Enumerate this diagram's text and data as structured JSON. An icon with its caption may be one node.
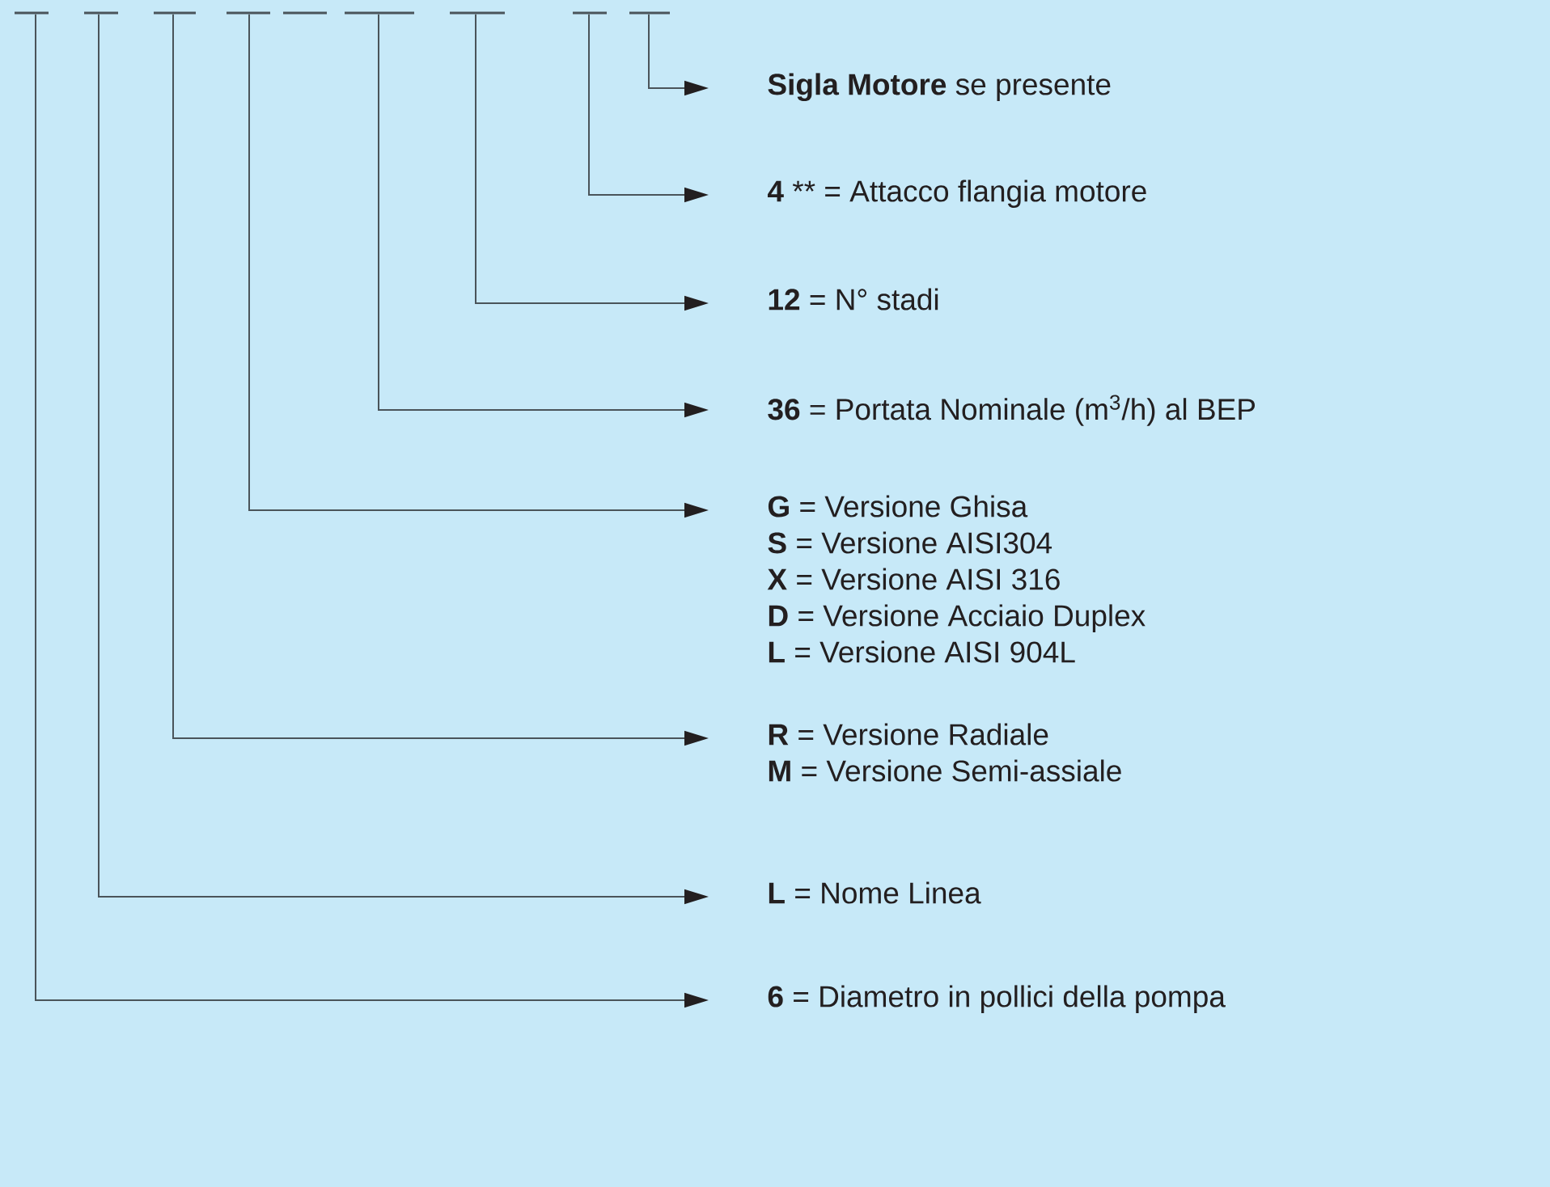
{
  "diagram": {
    "nodes": [
      {
        "text": [],
        "shape": "bar"
      },
      {
        "text": [],
        "shape": "bar"
      },
      {
        "text": [],
        "shape": "bar"
      },
      {
        "text": [],
        "shape": "bar"
      },
      {
        "text": [],
        "shape": "bar"
      },
      {
        "text": [],
        "shape": "bar"
      },
      {
        "text": [],
        "shape": "bar"
      },
      {
        "text": [],
        "shape": "bar"
      },
      {
        "text": [
          "**Sigla Motore** se presente"
        ]
      },
      {
        "text": [
          "**4** ** = Attacco flangia motore"
        ]
      },
      {
        "text": [
          "**12** = N° stadi"
        ]
      },
      {
        "text": [
          "**36** = Portata Nominale (m$^{3}$/h) al BEP"
        ]
      },
      {
        "text": [
          "**G** = Versione Ghisa",
          "**S** = Versione AISI304",
          "**X** = Versione AISI 316",
          "**D** = Versione Acciaio Duplex",
          "**L** = Versione AISI 904L"
        ]
      },
      {
        "text": [
          "**R** = Versione Radiale",
          "**M** = Versione Semi-assiale"
        ]
      },
      {
        "text": [
          "**L** = Nome Linea"
        ]
      },
      {
        "text": [
          "**6** = Diametro in pollici della pompa"
        ]
      }
    ],
    "edges": [
      {
        "from": 7,
        "to": 8,
        "arrow": "to"
      },
      {
        "from": 6,
        "to": 9,
        "arrow": "to"
      },
      {
        "from": 5,
        "to": 10,
        "arrow": "to"
      },
      {
        "from": 4,
        "to": 11,
        "arrow": "to"
      },
      {
        "from": 3,
        "to": 12,
        "arrow": "to"
      },
      {
        "from": 2,
        "to": 13,
        "arrow": "to"
      },
      {
        "from": 1,
        "to": 14,
        "arrow": "to"
      },
      {
        "from": 0,
        "to": 15,
        "arrow": "to"
      }
    ]
  }
}
